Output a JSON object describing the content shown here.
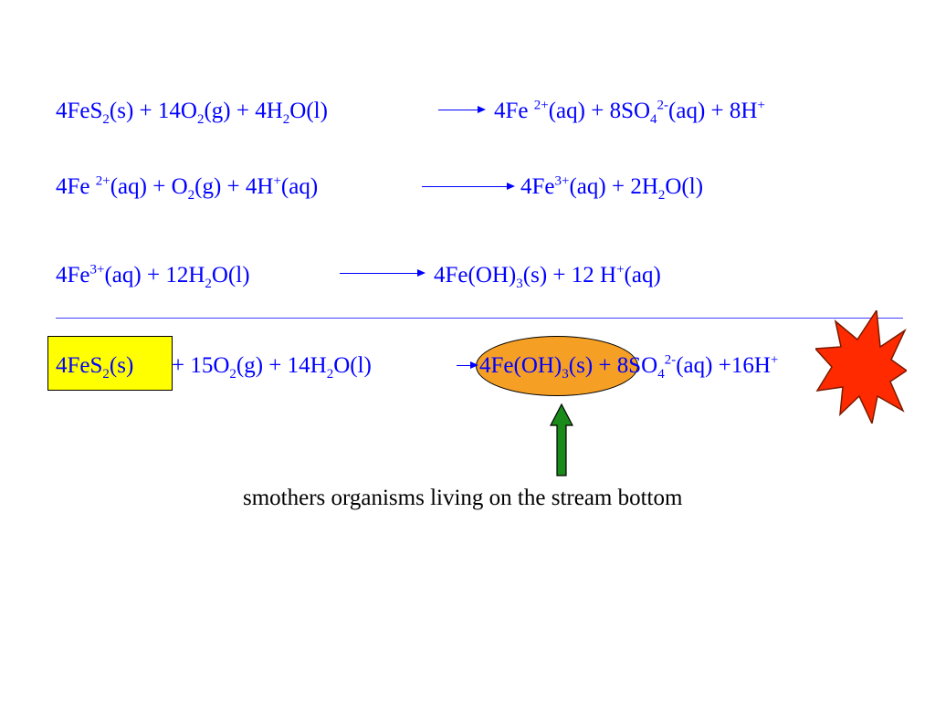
{
  "colors": {
    "equation_text": "#0000ff",
    "highlight_box": "#ffff00",
    "highlight_oval": "#f5a025",
    "burst_fill": "#ff2a00",
    "up_arrow": "#1a8a1a",
    "caption_text": "#000000"
  },
  "icons": {
    "burst": "explosion-burst-icon",
    "up_arrow": "up-arrow-icon",
    "reaction_arrow": "right-arrow-icon"
  },
  "eq1": {
    "t1": "4FeS",
    "s1": "2",
    "t2": "(s) + 14O",
    "s2": "2",
    "t3": "(g) + 4H",
    "s3": "2",
    "t4": "O(l)",
    "p1": "4Fe ",
    "p1sup": "2+",
    "p2": "(aq) + 8SO",
    "p2sub": "4",
    "p2sup": "2-",
    "p3": "(aq) + 8H",
    "p3sup": "+"
  },
  "eq2": {
    "t1": "4Fe ",
    "sup1": "2+",
    "t2": "(aq) + O",
    "s2": "2",
    "t3": "(g) + 4H",
    "sup3": "+",
    "t4": "(aq)",
    "p1": "4Fe",
    "p1sup": "3+",
    "p2": "(aq) + 2H",
    "p2sub": "2",
    "p3": "O(l)"
  },
  "eq3": {
    "t1": "4Fe",
    "sup1": "3+",
    "t2": "(aq) + 12H",
    "s2": "2",
    "t3": "O(l)",
    "p1": "4Fe(OH)",
    "p1sub": "3",
    "p2": "(s)  + 12 H",
    "p2sup": "+",
    "p3": "(aq)"
  },
  "eq4": {
    "r1": "4FeS",
    "r1sub": "2",
    "r1b": "(s)",
    "r2": " + 15O",
    "r2sub": "2",
    "r2b": "(g) + 14H",
    "r2sub2": "2",
    "r2c": "O(l) ",
    "p1": "4Fe(OH)",
    "p1sub": "3",
    "p1b": "(s)",
    "p2": " + 8SO",
    "p2sub": "4",
    "p2sup": "2-",
    "p2b": "(aq) +",
    "p3": "16H",
    "p3sup": "+"
  },
  "caption": "smothers organisms living on the stream bottom"
}
